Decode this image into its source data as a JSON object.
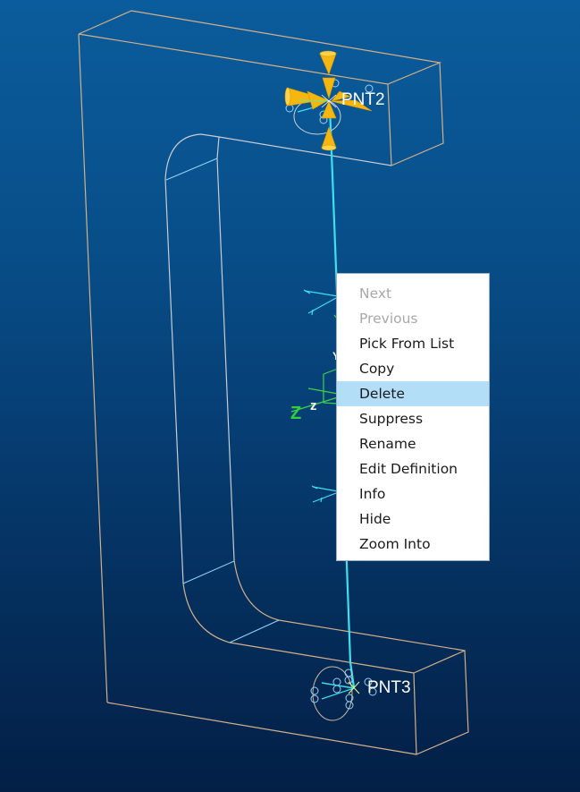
{
  "viewport": {
    "background_top": "#0b5c9c",
    "background_bottom": "#031f46",
    "edge_color": "#d6b48e",
    "curve_color": "#cfd3d8",
    "datum_curve_color": "#3ee0ef",
    "datum_point_color": "#f5b60f"
  },
  "datum_points": [
    {
      "label": "PNT2"
    },
    {
      "label": "PNT3"
    }
  ],
  "csys": {
    "axis_label_z_large": "Z",
    "axis_label_z_small": "z",
    "axis_label_y": "Y",
    "axis_color": "#2fd03a"
  },
  "context_menu": {
    "items": [
      {
        "label": "Next",
        "state": "disabled"
      },
      {
        "label": "Previous",
        "state": "disabled"
      },
      {
        "label": "Pick From List",
        "state": "enabled"
      },
      {
        "label": "Copy",
        "state": "enabled"
      },
      {
        "label": "Delete",
        "state": "highlighted"
      },
      {
        "label": "Suppress",
        "state": "enabled"
      },
      {
        "label": "Rename",
        "state": "enabled"
      },
      {
        "label": "Edit Definition",
        "state": "enabled"
      },
      {
        "label": "Info",
        "state": "enabled"
      },
      {
        "label": "Hide",
        "state": "enabled"
      },
      {
        "label": "Zoom Into",
        "state": "enabled"
      }
    ],
    "highlight_color": "#b3def8"
  }
}
